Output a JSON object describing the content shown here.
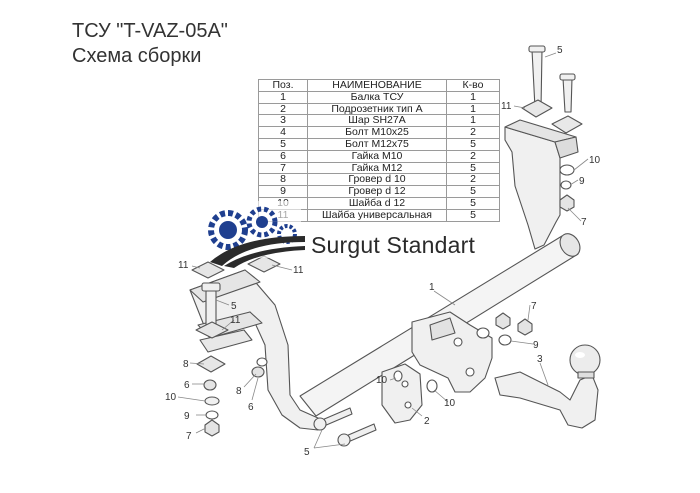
{
  "title_line1": "ТСУ \"T-VAZ-05A\"",
  "title_line2": "Схема сборки",
  "brand_name": "Surgut Standart",
  "table": {
    "headers": [
      "Поз.",
      "НАИМЕНОВАНИЕ",
      "К-во"
    ],
    "rows": [
      [
        "1",
        "Балка ТСУ",
        "1"
      ],
      [
        "2",
        "Подрозетник тип А",
        "1"
      ],
      [
        "3",
        "Шар SH27A",
        "1"
      ],
      [
        "4",
        "Болт М10х25",
        "2"
      ],
      [
        "5",
        "Болт М12х75",
        "5"
      ],
      [
        "6",
        "Гайка М10",
        "2"
      ],
      [
        "7",
        "Гайка М12",
        "5"
      ],
      [
        "8",
        "Гровер d 10",
        "2"
      ],
      [
        "9",
        "Гровер d 12",
        "5"
      ],
      [
        "10",
        "Шайба d 12",
        "5"
      ],
      [
        "11",
        "Шайба универсальная",
        "5"
      ]
    ]
  },
  "callouts": [
    "1",
    "2",
    "3",
    "5",
    "5",
    "5",
    "6",
    "6",
    "7",
    "7",
    "7",
    "8",
    "8",
    "9",
    "9",
    "9",
    "10",
    "10",
    "10",
    "10",
    "11",
    "11",
    "11",
    "11"
  ],
  "colors": {
    "part_fill": "#f0f0f0",
    "part_stroke": "#555555",
    "logo_blue": "#1f3f8f",
    "text": "#333333"
  }
}
